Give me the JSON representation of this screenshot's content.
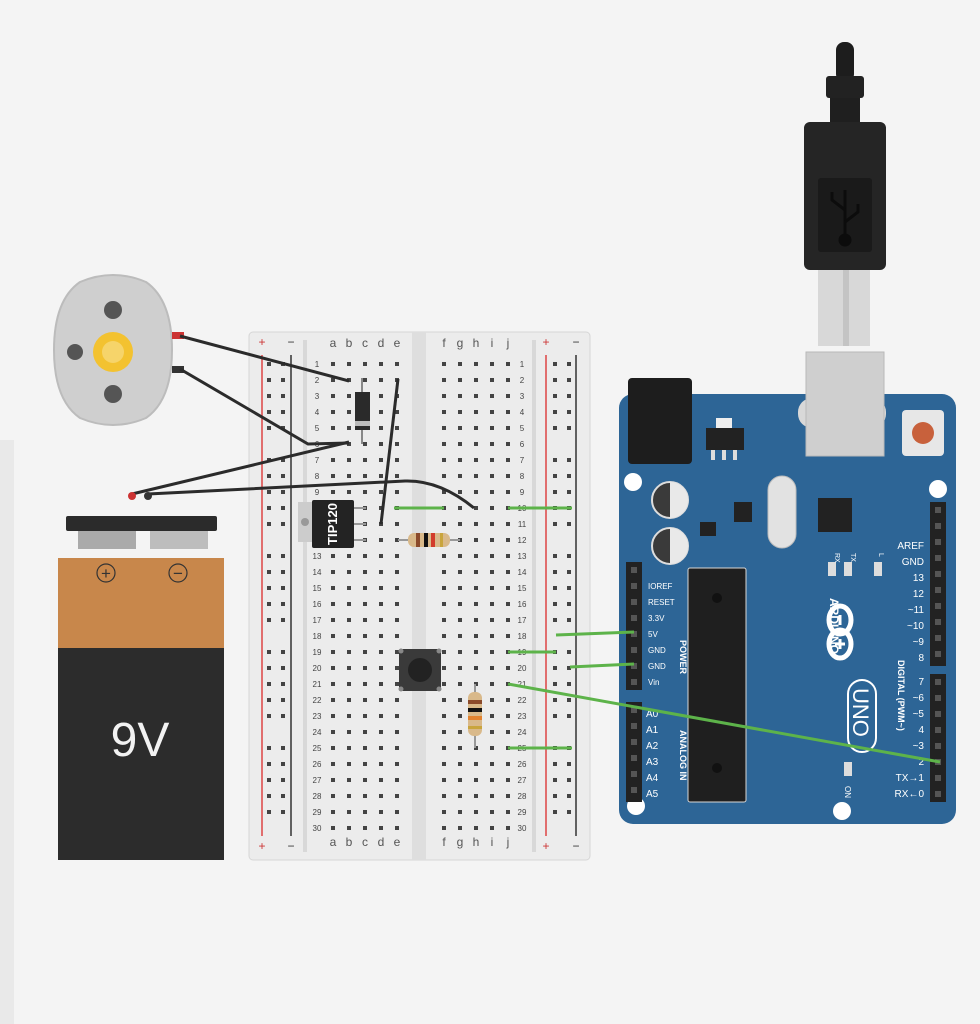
{
  "breadboard": {
    "top_letters": [
      "a",
      "b",
      "c",
      "d",
      "e",
      "f",
      "g",
      "h",
      "i",
      "j"
    ],
    "rows": 30,
    "rail_plus": "+",
    "rail_minus": "−"
  },
  "battery": {
    "label": "9V",
    "plus": "+",
    "minus": "−"
  },
  "transistor": {
    "label": "TIP120"
  },
  "arduino": {
    "brand": "ARDUINO",
    "model": "UNO",
    "power_label": "POWER",
    "analog_label": "ANALOG IN",
    "digital_label": "DIGITAL (PWM~)",
    "on_label": "ON",
    "rx_label": "RX",
    "tx_label": "TX",
    "l_label": "L",
    "power_pins": [
      "IOREF",
      "RESET",
      "3.3V",
      "5V",
      "GND",
      "GND",
      "Vin"
    ],
    "analog_pins": [
      "A0",
      "A1",
      "A2",
      "A3",
      "A4",
      "A5"
    ],
    "digital_top": [
      "AREF",
      "GND",
      "13",
      "12",
      "~11",
      "~10",
      "~9",
      "8"
    ],
    "digital_bottom": [
      "7",
      "~6",
      "~5",
      "4",
      "~3",
      "2",
      "TX→1",
      "RX←0"
    ]
  },
  "colors": {
    "board": "#2d6596",
    "wire_green": "#5db34a",
    "wire_black": "#2b2b2b",
    "battery_top": "#c8874b",
    "battery_body": "#2c2c2c",
    "breadboard": "#ececec"
  }
}
